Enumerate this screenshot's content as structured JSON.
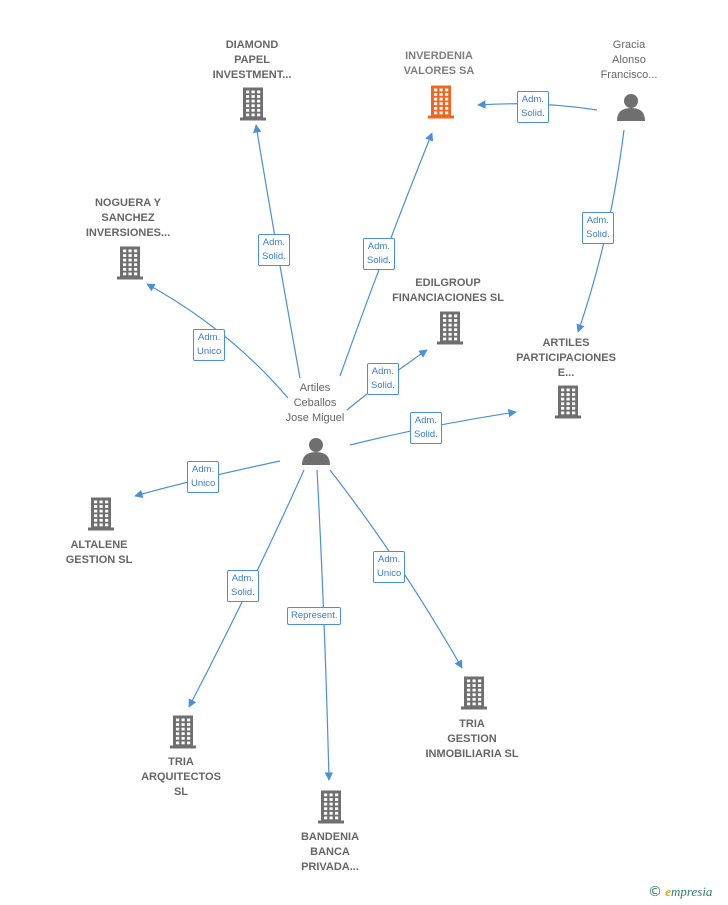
{
  "colors": {
    "edge": "#4a90d9",
    "company_icon": "#6f6f6f",
    "main_company_icon": "#f26522",
    "person_icon": "#6f6f6f"
  },
  "nodes": [
    {
      "id": "diamond",
      "type": "company",
      "label": "DIAMOND\nPAPEL\nINVESTMENT..."
    },
    {
      "id": "inverdenia",
      "type": "main",
      "label": "INVERDENIA\nVALORES SA"
    },
    {
      "id": "gracia",
      "type": "person",
      "label": "Gracia\nAlonso\nFrancisco..."
    },
    {
      "id": "noguera",
      "type": "company",
      "label": "NOGUERA Y\nSANCHEZ\nINVERSIONES..."
    },
    {
      "id": "edilgroup",
      "type": "company",
      "label": "EDILGROUP\nFINANCIACIONES SL"
    },
    {
      "id": "artiles_part",
      "type": "company",
      "label": "ARTILES\nPARTICIPACIONES\nE..."
    },
    {
      "id": "artiles_person",
      "type": "person",
      "label": "Artiles\nCeballos\nJose Miguel"
    },
    {
      "id": "altalene",
      "type": "company",
      "label": "ALTALENE\nGESTION  SL"
    },
    {
      "id": "tria_arq",
      "type": "company",
      "label": "TRIA\nARQUITECTOS\nSL"
    },
    {
      "id": "bandenia",
      "type": "company",
      "label": "BANDENIA\nBANCA\nPRIVADA..."
    },
    {
      "id": "tria_gest",
      "type": "company",
      "label": "TRIA\nGESTION\nINMOBILIARIA SL"
    }
  ],
  "edges": [
    {
      "id": "e_diamond",
      "label": "Adm.\nSolid."
    },
    {
      "id": "e_inverdenia",
      "label": "Adm.\nSolid."
    },
    {
      "id": "e_gracia_inv",
      "label": "Adm.\nSolid."
    },
    {
      "id": "e_gracia_part",
      "label": "Adm.\nSolid."
    },
    {
      "id": "e_noguera",
      "label": "Adm.\nUnico"
    },
    {
      "id": "e_edilgroup",
      "label": "Adm.\nSolid."
    },
    {
      "id": "e_artiles_part",
      "label": "Adm.\nSolid."
    },
    {
      "id": "e_altalene",
      "label": "Adm.\nUnico"
    },
    {
      "id": "e_tria_arq",
      "label": "Adm.\nSolid."
    },
    {
      "id": "e_bandenia",
      "label": "Represent."
    },
    {
      "id": "e_tria_gest",
      "label": "Adm.\nUnico"
    }
  ],
  "brand": {
    "copyright": "©",
    "name_initial": "e",
    "name_rest": "mpresia"
  }
}
